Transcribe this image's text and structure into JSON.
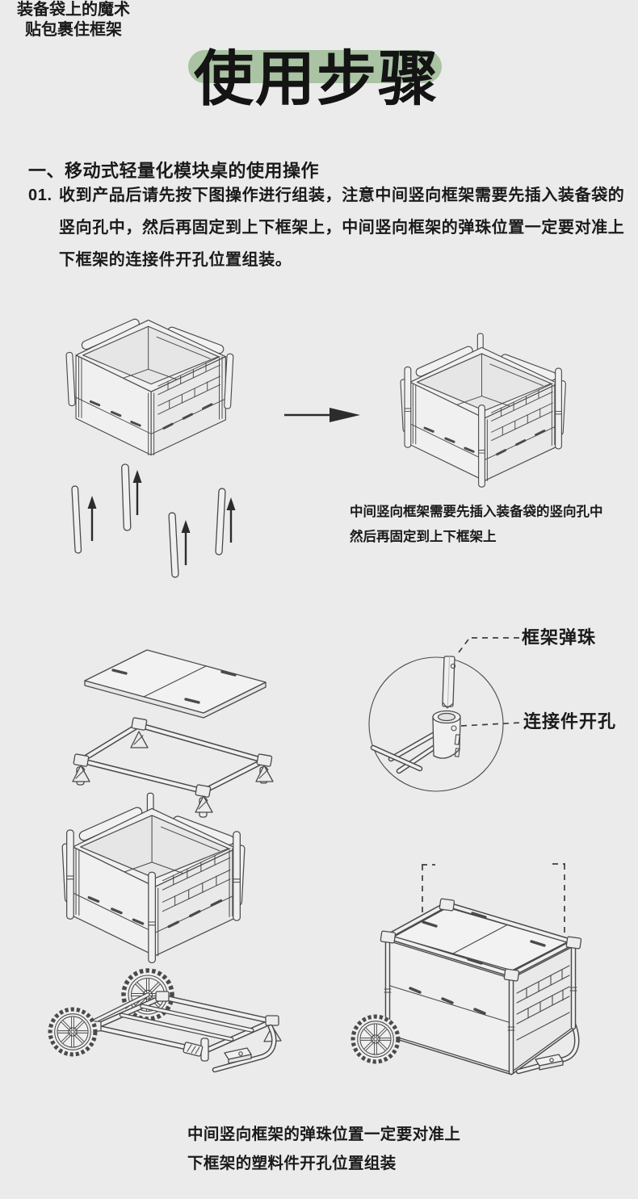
{
  "colors": {
    "background": "#ebebeb",
    "title_highlight": "#a9c3a3",
    "ink": "#1a1a1a",
    "line_art": "#4a4a4a"
  },
  "title": {
    "text": "使用步骤"
  },
  "section": {
    "heading": "一、移动式轻量化模块桌的使用操作",
    "step_no": "01.",
    "step_lines": [
      "收到产品后请先按下图操作进行组装，注意中间竖向框架需要先插入装备袋的",
      "竖向孔中，然后再固定到上下框架上，中间竖向框架的弹珠位置一定要对准上",
      "下框架的连接件开孔位置组装。"
    ]
  },
  "figure_assembly": {
    "caption_lines": [
      "中间竖向框架需要先插入装备袋的竖向孔中",
      "然后再固定到上下框架上"
    ]
  },
  "figure_detail": {
    "label_bead": "框架弹珠",
    "label_hole": "连接件开孔"
  },
  "figure_cart": {
    "label_velcro_lines": [
      "装备袋上的魔术",
      "贴包裹住框架"
    ],
    "caption_lines": [
      "中间竖向框架的弹珠位置一定要对准上",
      "下框架的塑料件开孔位置组装"
    ]
  }
}
